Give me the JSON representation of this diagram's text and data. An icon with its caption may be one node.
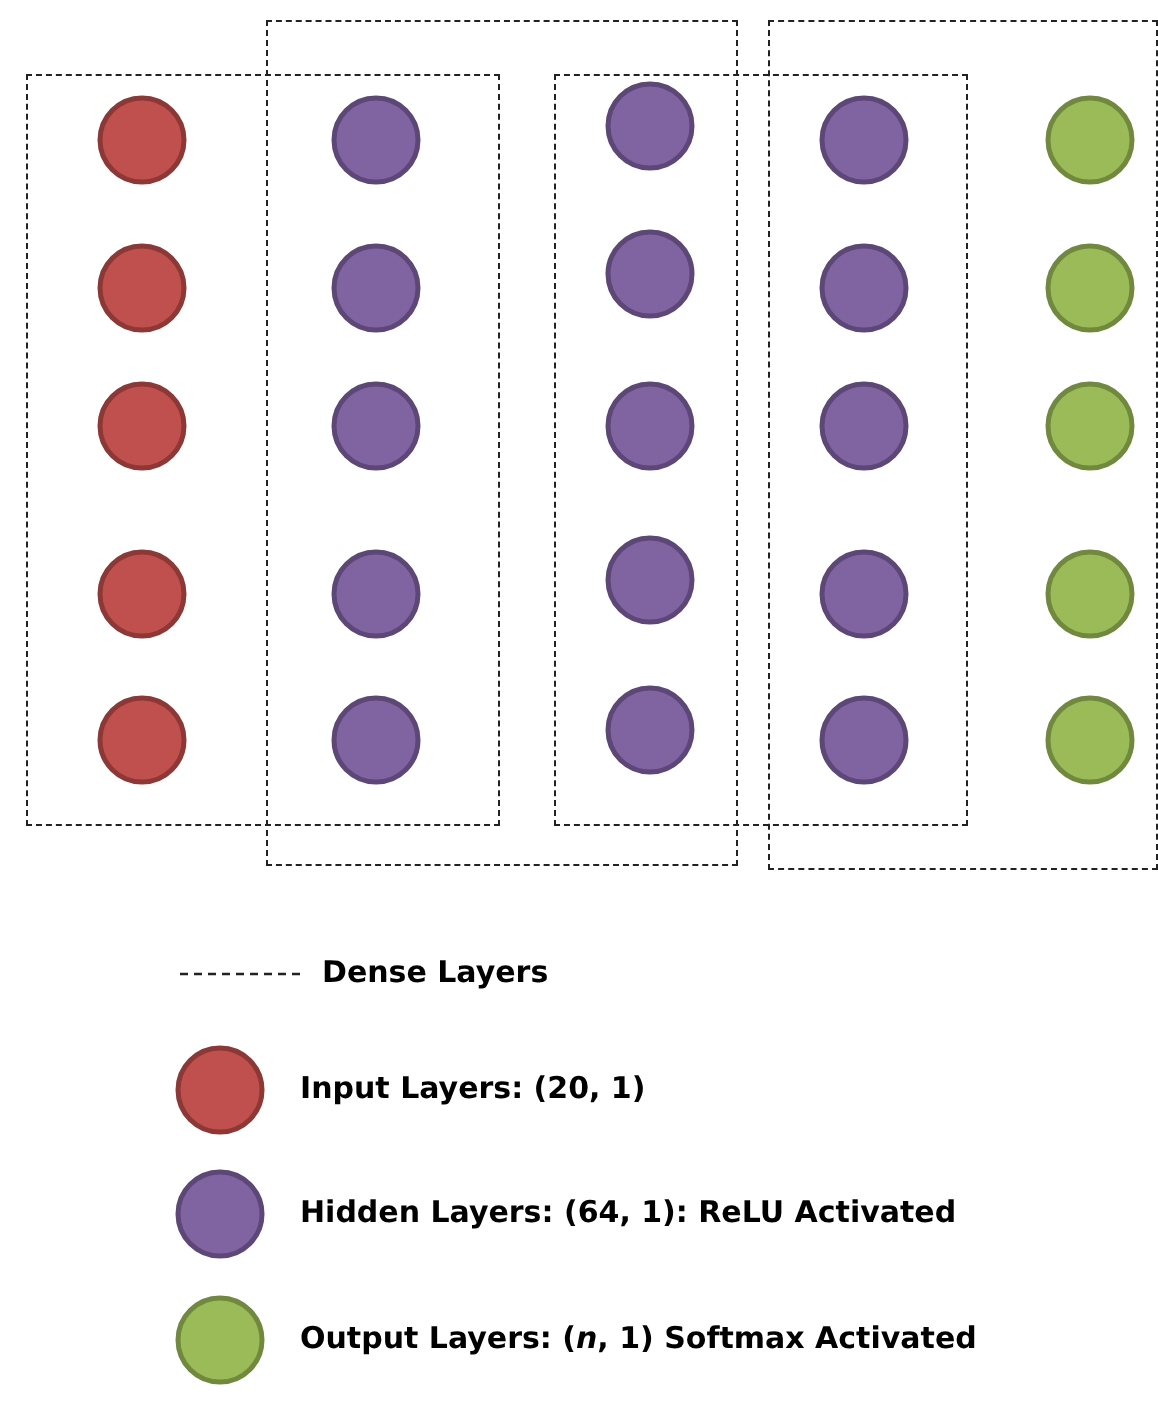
{
  "diagram": {
    "nodes": [
      {
        "text": [],
        "shape": "box"
      },
      {
        "text": [],
        "shape": "box"
      },
      {
        "text": [],
        "shape": "box"
      },
      {
        "text": [],
        "shape": "box"
      },
      {
        "text": [],
        "shape": "circle",
        "in": 0
      },
      {
        "text": [],
        "shape": "circle",
        "in": 0
      },
      {
        "text": [],
        "shape": "circle",
        "in": 0
      },
      {
        "text": [],
        "shape": "circle",
        "in": 0
      },
      {
        "text": [],
        "shape": "circle",
        "in": 0
      },
      {
        "text": [],
        "shape": "circle"
      },
      {
        "text": [],
        "shape": "circle"
      },
      {
        "text": [],
        "shape": "circle"
      },
      {
        "text": [],
        "shape": "circle"
      },
      {
        "text": [],
        "shape": "circle"
      },
      {
        "text": [],
        "shape": "circle"
      },
      {
        "text": [],
        "shape": "circle"
      },
      {
        "text": [],
        "shape": "circle"
      },
      {
        "text": [],
        "shape": "circle"
      },
      {
        "text": [],
        "shape": "circle"
      },
      {
        "text": [],
        "shape": "circle"
      },
      {
        "text": [],
        "shape": "circle"
      },
      {
        "text": [],
        "shape": "circle"
      },
      {
        "text": [],
        "shape": "circle"
      },
      {
        "text": [],
        "shape": "circle"
      },
      {
        "text": [],
        "shape": "circle",
        "in": 3
      },
      {
        "text": [],
        "shape": "circle",
        "in": 3
      },
      {
        "text": [],
        "shape": "circle",
        "in": 3
      },
      {
        "text": [],
        "shape": "circle",
        "in": 3
      },
      {
        "text": [],
        "shape": "circle",
        "in": 3
      }
    ],
    "legend": [
      {
        "text": "Dense Layers"
      },
      {
        "text": "Input Layers: (20, 1)",
        "color": "#c0504d"
      },
      {
        "text": "Hidden Layers: (64, 1): ReLU Activated",
        "color": "#8064a2"
      },
      {
        "text": "Output Layers: (*n*, 1) Softmax Activated",
        "color": "#9bbb59"
      }
    ]
  }
}
